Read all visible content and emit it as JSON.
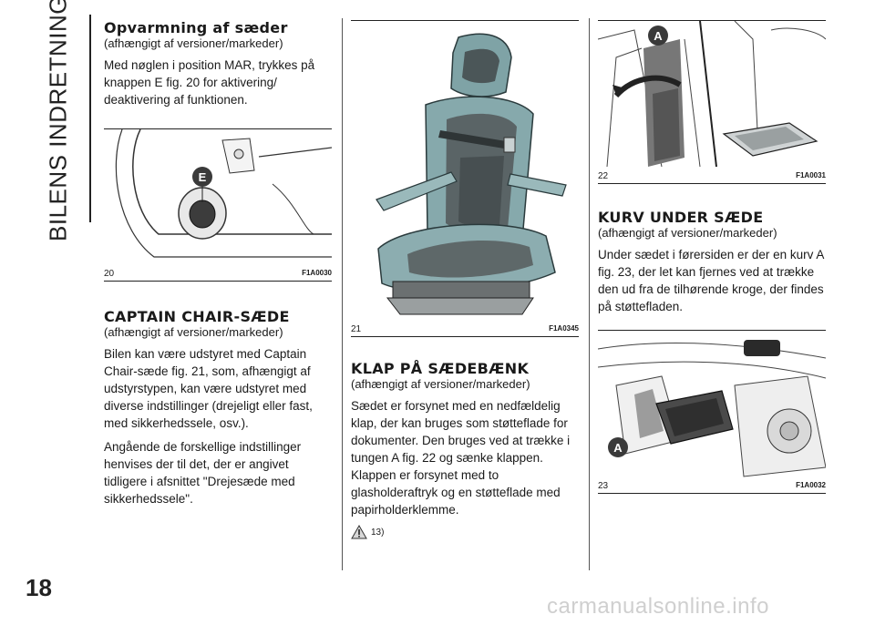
{
  "side_title": "BILENS INDRETNING",
  "page_number": "18",
  "watermark": "carmanualsonline.info",
  "sections": {
    "opvarmning": {
      "title": "Opvarmning af sæder",
      "subtitle": "(afhængigt af versioner/markeder)",
      "body": [
        "Med nøglen i position MAR, trykkes på knappen E fig. 20 for aktivering/ deaktivering af funktionen."
      ]
    },
    "captain": {
      "title": "CAPTAIN CHAIR-SÆDE",
      "subtitle": "(afhængigt af versioner/markeder)",
      "body": [
        "Bilen kan være udstyret med Captain Chair-sæde fig. 21, som, afhængigt af udstyrstypen, kan være udstyret med diverse indstillinger (drejeligt eller fast, med sikkerhedssele, osv.).",
        "Angående de forskellige indstillinger henvises der til det, der er angivet tidligere i afsnittet \"Drejesæde med sikkerhedssele\"."
      ]
    },
    "klap": {
      "title": "KLAP PÅ SÆDEBÆNK",
      "subtitle": "(afhængigt af versioner/markeder)",
      "body": [
        "Sædet er forsynet med en nedfældelig klap, der kan bruges som støtteflade for dokumenter. Den bruges ved at trække i tungen A fig. 22 og sænke klappen. Klappen er forsynet med to glasholderaftryk og en støtteflade med papirholderklemme."
      ],
      "warning_ref": "13)"
    },
    "kurv": {
      "title": "KURV UNDER SÆDE",
      "subtitle": "(afhængigt af versioner/markeder)",
      "body": [
        "Under sædet i førersiden er der en kurv A fig. 23, der let kan fjernes ved at trække den ud fra de tilhørende kroge, der findes på støttefladen."
      ]
    }
  },
  "figures": {
    "f20": {
      "number": "20",
      "code": "F1A0030",
      "label": "E"
    },
    "f21": {
      "number": "21",
      "code": "F1A0345"
    },
    "f22": {
      "number": "22",
      "code": "F1A0031",
      "label": "A"
    },
    "f23": {
      "number": "23",
      "code": "F1A0032",
      "label": "A"
    }
  }
}
